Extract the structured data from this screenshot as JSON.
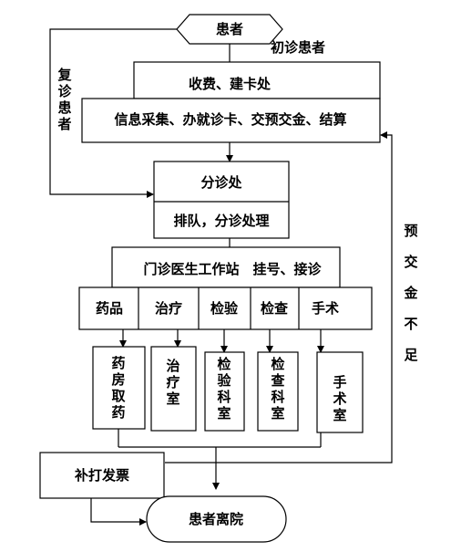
{
  "flow": {
    "patient": "患者",
    "first_visit": "初诊患者",
    "return_visit": "复诊患者",
    "register": {
      "title": "收费、建卡处",
      "detail": "信息采集、办就诊卡、交预交金、结算"
    },
    "triage": {
      "title": "分诊处",
      "detail": "排队，分诊处理"
    },
    "doctor": {
      "title": "门诊医生工作站　挂号、接诊",
      "orders": [
        "药品",
        "治疗",
        "检验",
        "检查",
        "手术"
      ]
    },
    "departments": [
      "药房取药",
      "治疗室",
      "检验科室",
      "检查科室",
      "手术室"
    ],
    "insufficient": "预交金不足",
    "invoice": "补打发票",
    "discharge": "患者离院"
  }
}
